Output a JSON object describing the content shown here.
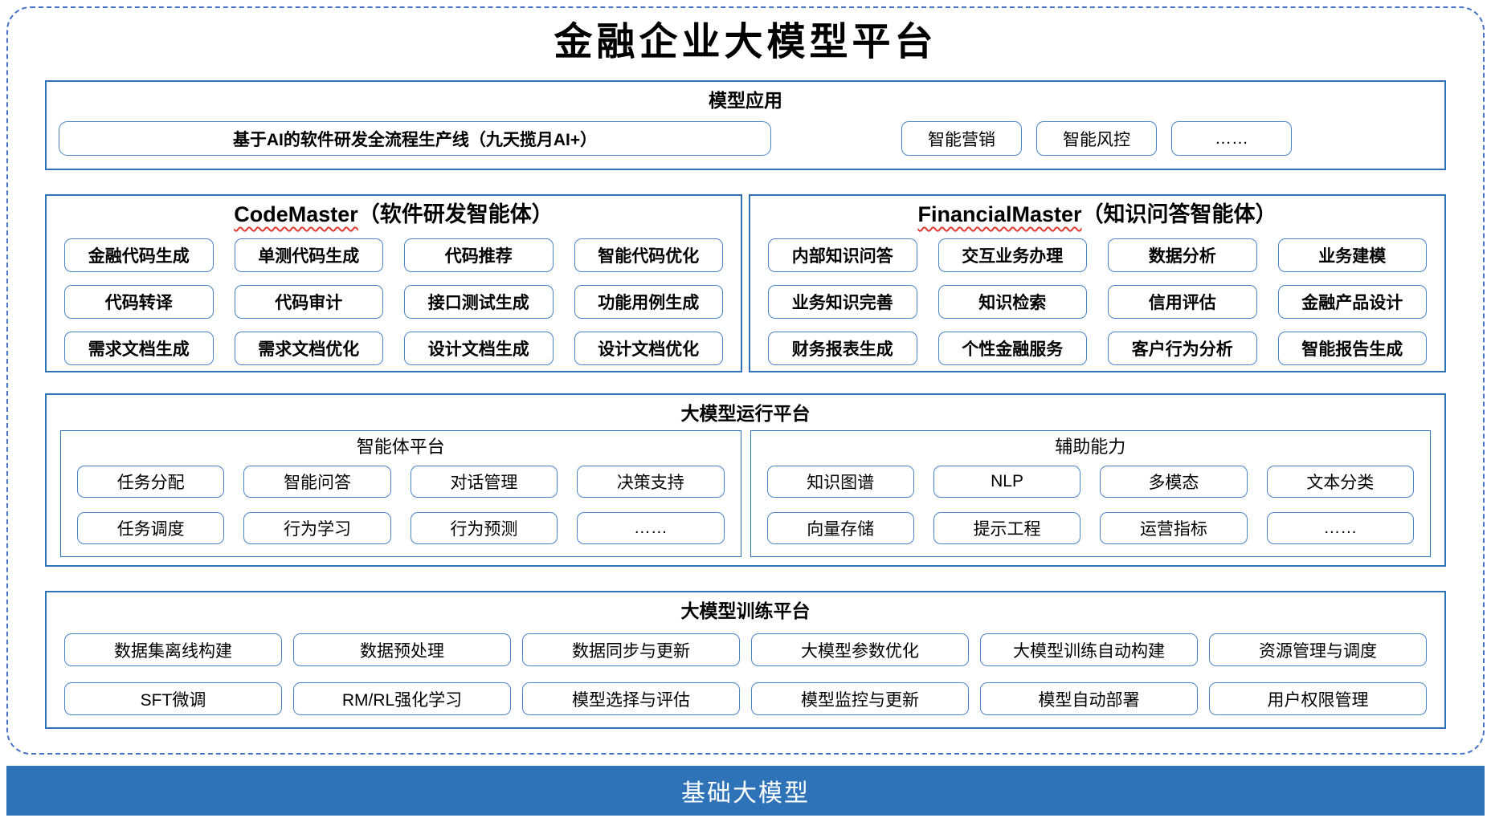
{
  "page_title": "金融企业大模型平台",
  "colors": {
    "frame_dashed_border": "#4673c8",
    "section_border": "#2e74b5",
    "capability_box_border": "#4a84c9",
    "foundation_bar_background": "#2e73b8",
    "foundation_bar_text": "#ffffff",
    "spellcheck_wavy_underline": "#e03a2f",
    "text": "#000000"
  },
  "model_app": {
    "header": "模型应用",
    "main_box": "基于AI的软件研发全流程生产线（九天揽月AI+）",
    "boxes": [
      "智能营销",
      "智能风控",
      "……"
    ]
  },
  "codemaster": {
    "title_en": "CodeMaster",
    "title_cn": "（软件研发智能体）",
    "boxes": [
      "金融代码生成",
      "单测代码生成",
      "代码推荐",
      "智能代码优化",
      "代码转译",
      "代码审计",
      "接口测试生成",
      "功能用例生成",
      "需求文档生成",
      "需求文档优化",
      "设计文档生成",
      "设计文档优化"
    ]
  },
  "financialmaster": {
    "title_en": "FinancialMaster",
    "title_cn": "（知识问答智能体）",
    "boxes": [
      "内部知识问答",
      "交互业务办理",
      "数据分析",
      "业务建模",
      "业务知识完善",
      "知识检索",
      "信用评估",
      "金融产品设计",
      "财务报表生成",
      "个性金融服务",
      "客户行为分析",
      "智能报告生成"
    ]
  },
  "runtime_platform": {
    "header": "大模型运行平台",
    "agent_platform": {
      "header": "智能体平台",
      "boxes": [
        "任务分配",
        "智能问答",
        "对话管理",
        "决策支持",
        "任务调度",
        "行为学习",
        "行为预测",
        "……"
      ]
    },
    "auxiliary": {
      "header": "辅助能力",
      "boxes": [
        "知识图谱",
        "NLP",
        "多模态",
        "文本分类",
        "向量存储",
        "提示工程",
        "运营指标",
        "……"
      ]
    }
  },
  "training_platform": {
    "header": "大模型训练平台",
    "boxes": [
      "数据集离线构建",
      "数据预处理",
      "数据同步与更新",
      "大模型参数优化",
      "大模型训练自动构建",
      "资源管理与调度",
      "SFT微调",
      "RM/RL强化学习",
      "模型选择与评估",
      "模型监控与更新",
      "模型自动部署",
      "用户权限管理"
    ]
  },
  "foundation": {
    "label": "基础大模型"
  }
}
